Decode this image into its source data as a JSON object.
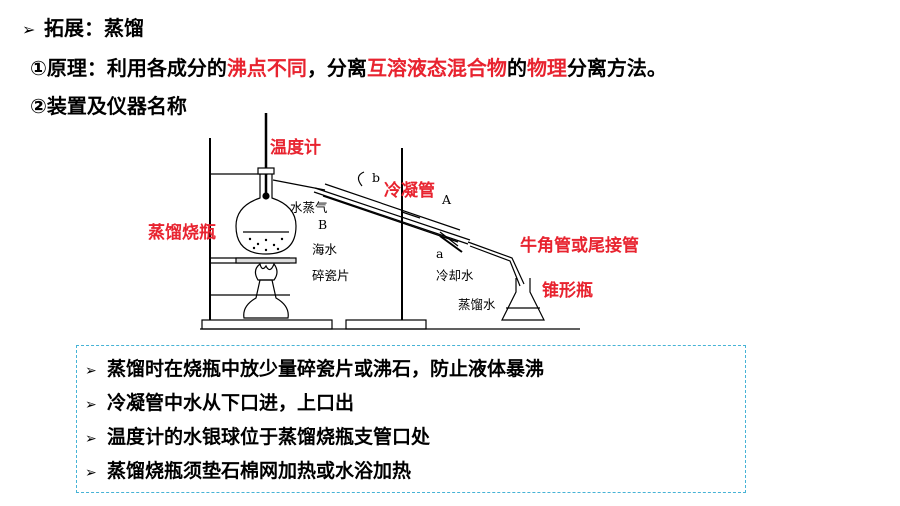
{
  "title": {
    "marker": "➢",
    "text": "拓展：蒸馏"
  },
  "principle": {
    "prefix": "①原理：利用各成分的",
    "boiling": "沸点不同",
    "mid": "，分离",
    "mixture": "互溶液态混合物",
    "de": "的",
    "physical": "物理",
    "suffix": "分离方法。"
  },
  "device_heading": "②装置及仪器名称",
  "diagram": {
    "thermometer": "温度计",
    "condenser": "冷凝管",
    "flask": "蒸馏烧瓶",
    "adapter": "牛角管或尾接管",
    "erlenmeyer": "锥形瓶",
    "vapor": "水蒸气",
    "seawater": "海水",
    "chips": "碎瓷片",
    "cooling_water": "冷却水",
    "distilled_water": "蒸馏水",
    "b_lower": "b",
    "a_lower": "a",
    "A": "A",
    "B": "B"
  },
  "notes": [
    {
      "marker": "➢",
      "text": "蒸馏时在烧瓶中放少量碎瓷片或沸石，防止液体暴沸"
    },
    {
      "marker": "➢",
      "text": "冷凝管中水从下口进，上口出"
    },
    {
      "marker": "➢",
      "text": "温度计的水银球位于蒸馏烧瓶支管口处"
    },
    {
      "marker": "➢",
      "text": "蒸馏烧瓶须垫石棉网加热或水浴加热"
    }
  ]
}
